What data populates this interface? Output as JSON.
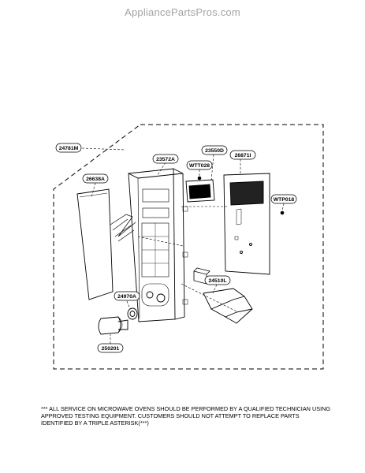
{
  "header": {
    "site_title": "AppliancePartsPros.com"
  },
  "callouts": {
    "assembly": "24781M",
    "film": "26638A",
    "panel": "23572A",
    "screw_1": "WTT028",
    "window": "23550D",
    "pcb": "26871I",
    "screw_2": "WTP018",
    "lever": "24510L",
    "knob": "24970A",
    "button": "250201"
  },
  "footer": {
    "note": "*** ALL SERVICE ON MICROWAVE OVENS SHOULD BE PERFORMED BY A QUALIFIED TECHNICIAN USING APPROVED TESTING EQUIPMENT. CUSTOMERS SHOULD NOT ATTEMPT TO REPLACE PARTS IDENTIFIED BY A TRIPLE ASTERISK(***)"
  }
}
